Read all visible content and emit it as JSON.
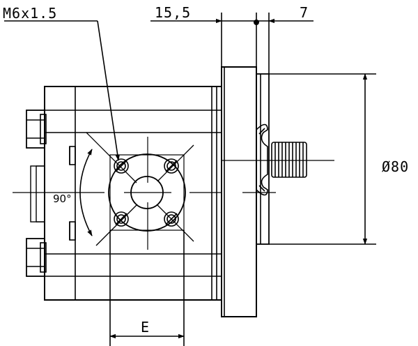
{
  "labels": {
    "thread": "M6x1.5",
    "dim_flange": "15,5",
    "dim_spigot": "7",
    "diameter": "Ø80",
    "angle": "90°",
    "port_spacing": "E"
  },
  "colors": {
    "line": "#000000",
    "background": "#ffffff"
  }
}
